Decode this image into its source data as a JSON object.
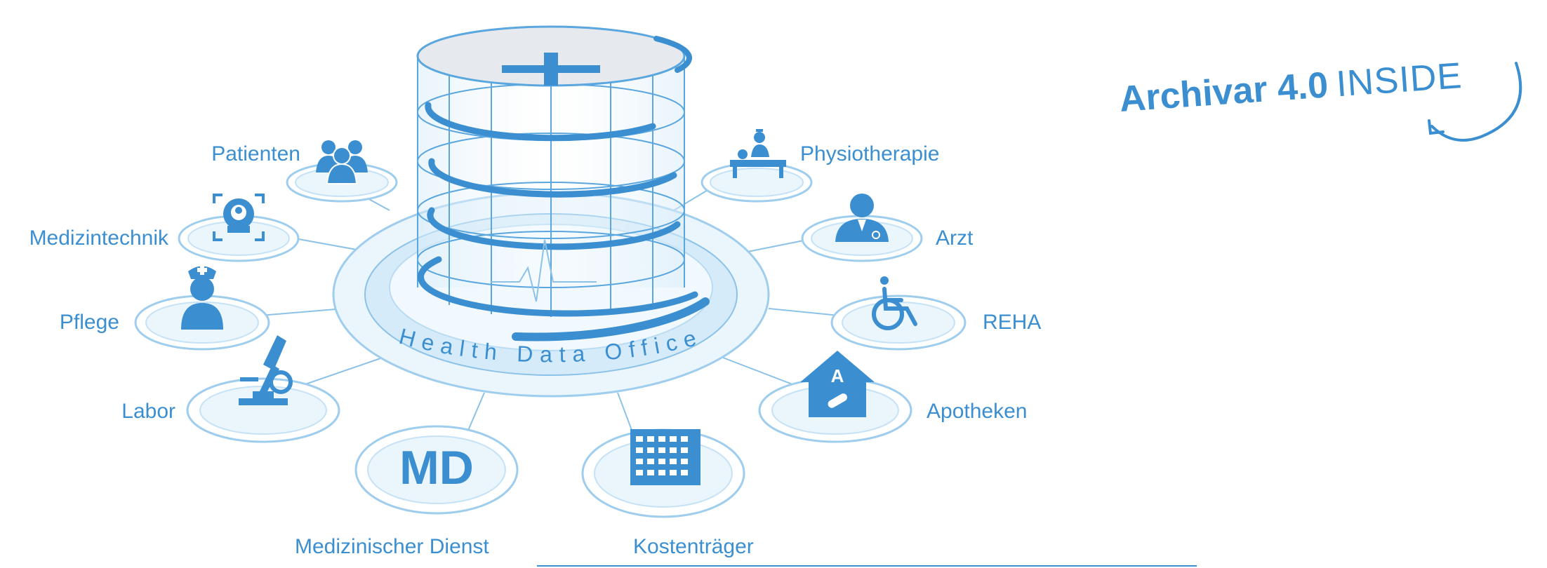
{
  "center": {
    "label": "Health Data Office"
  },
  "brand": {
    "name": "Archivar 4.0",
    "suffix": "INSIDE"
  },
  "nodes": [
    {
      "id": "patienten",
      "label": "Patienten",
      "icon": "people-group-icon"
    },
    {
      "id": "medizintechnik",
      "label": "Medizintechnik",
      "icon": "mri-scanner-icon"
    },
    {
      "id": "pflege",
      "label": "Pflege",
      "icon": "nurse-icon"
    },
    {
      "id": "labor",
      "label": "Labor",
      "icon": "microscope-icon"
    },
    {
      "id": "medizinischer-dienst",
      "label": "Medizinischer Dienst",
      "icon": "md-letters-icon",
      "icon_text": "MD"
    },
    {
      "id": "kostentraeger",
      "label": "Kostenträger",
      "icon": "office-building-icon"
    },
    {
      "id": "apotheken",
      "label": "Apotheken",
      "icon": "pharmacy-house-icon",
      "icon_text": "A"
    },
    {
      "id": "reha",
      "label": "REHA",
      "icon": "wheelchair-icon"
    },
    {
      "id": "arzt",
      "label": "Arzt",
      "icon": "doctor-icon"
    },
    {
      "id": "physiotherapie",
      "label": "Physiotherapie",
      "icon": "physio-bed-icon"
    }
  ],
  "colors": {
    "primary": "#3b8fd1",
    "light": "#d6ebf9",
    "lighter": "#eaf5fc",
    "line": "#8cc2e8",
    "grey": "#e6eaee"
  }
}
